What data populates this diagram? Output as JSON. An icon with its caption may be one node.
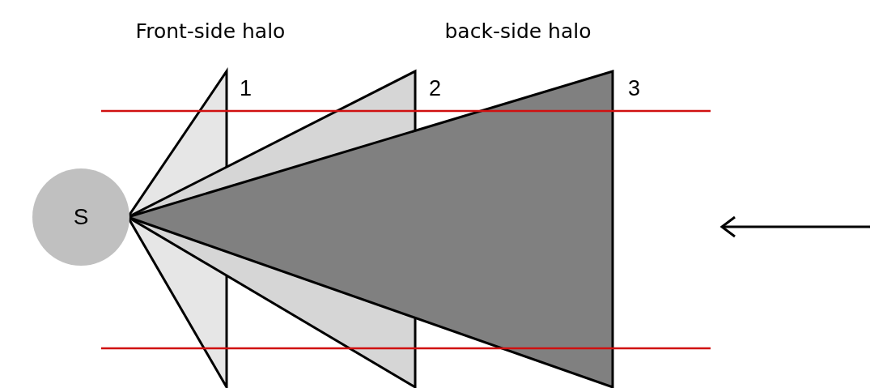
{
  "diagram": {
    "nodes": [
      {
        "text": [
          "S"
        ]
      }
    ],
    "labels": [
      "Front-side halo",
      "back-side halo",
      "1",
      "2",
      "3"
    ]
  }
}
